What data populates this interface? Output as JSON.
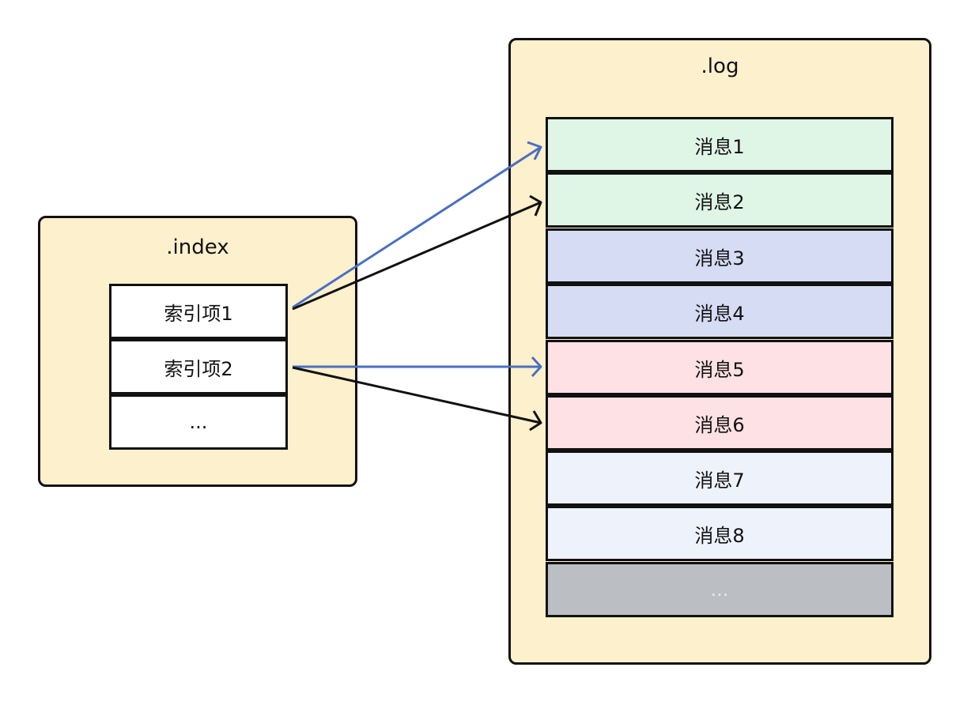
{
  "index_panel": {
    "title": ".index",
    "entries": [
      "索引项1",
      "索引项2",
      "..."
    ]
  },
  "log_panel": {
    "title": ".log",
    "messages": [
      "消息1",
      "消息2",
      "消息3",
      "消息4",
      "消息5",
      "消息6",
      "消息7",
      "消息8",
      "..."
    ]
  },
  "colors": {
    "panel_fill": "#fdf0cc",
    "group_1": "#dff5e6",
    "group_2": "#d7dcf5",
    "group_3": "#fde1e4",
    "group_4": "#eef2fb",
    "ellipsis_fill": "#bbbec3",
    "arrow_blue": "#4a6fc1",
    "arrow_black": "#111111"
  },
  "links": [
    {
      "from": "索引项1",
      "to": "消息1",
      "color": "blue"
    },
    {
      "from": "索引项1",
      "to": "消息2",
      "color": "black"
    },
    {
      "from": "索引项2",
      "to": "消息5",
      "color": "blue"
    },
    {
      "from": "索引项2",
      "to": "消息6",
      "color": "black"
    }
  ]
}
